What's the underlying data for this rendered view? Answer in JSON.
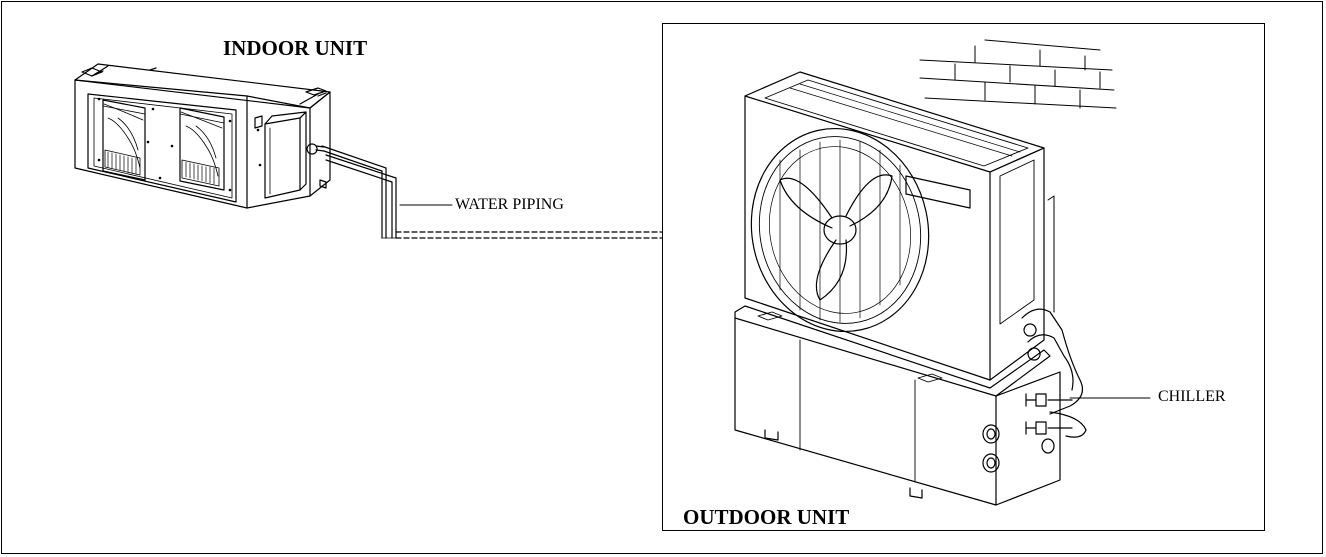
{
  "labels": {
    "indoor_unit": "INDOOR UNIT",
    "outdoor_unit": "OUTDOOR UNIT",
    "water_piping": "WATER PIPING",
    "chiller": "CHILLER"
  }
}
